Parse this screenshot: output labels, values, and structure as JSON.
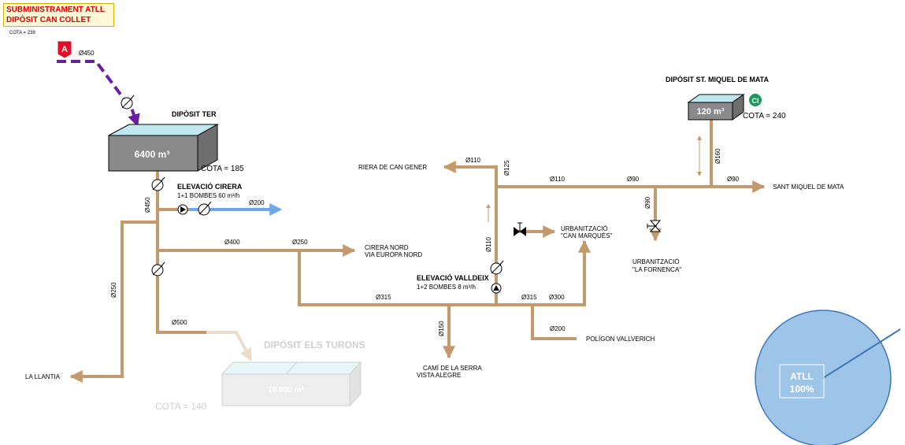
{
  "source": {
    "title_line1": "SUBMINISTRAMENT ATLL",
    "title_line2": "DIPÒSIT CAN COLLET",
    "cota": "COTA = 239",
    "badge": "A",
    "pipe": "Ø450"
  },
  "tanks": {
    "ter": {
      "name": "DIPÒSIT TER",
      "volume": "6400 m³",
      "cota": "COTA = 185"
    },
    "st_miquel": {
      "name": "DIPÒSIT ST. MIQUEL DE MATA",
      "volume": "120 m³",
      "cota": "COTA = 240",
      "badge": "Cl"
    },
    "turons": {
      "name": "DIPÒSIT ELS TURONS",
      "volume": "16.000 m³",
      "cota": "COTA = 140"
    }
  },
  "stations": {
    "cirera": {
      "name": "ELEVACIÓ CIRERA",
      "detail": "1+1  BOMBES  60 m³/h"
    },
    "valldeix": {
      "name": "ELEVACIÓ VALLDEIX",
      "detail": "1+2  BOMBES   8 m³/h"
    }
  },
  "destinations": {
    "riera": "RIERA DE CAN GENER",
    "sant_miquel": "SANT MIQUEL DE MATA",
    "can_marques_1": "URBANITZACIÓ",
    "can_marques_2": "\"CAN MARQUÈS\"",
    "fornenca_1": "URBANITZACIÓ",
    "fornenca_2": "\"LA FORNENCA\"",
    "cirera_nord_1": "CIRERA NORD",
    "cirera_nord_2": "VIA EUROPA NORD",
    "cami_1": "CAMÍ DE LA SERRA",
    "cami_2": "VISTA ALEGRE",
    "poligon": "POLÍGON VALLVERICH",
    "llantia": "LA LLANTIA"
  },
  "pipes": {
    "d450_vert": "Ø450",
    "d200_cirera": "Ø200",
    "d400": "Ø400",
    "d250_top": "Ø250",
    "d250_left": "Ø250",
    "d500": "Ø500",
    "d315_left": "Ø315",
    "d315_right": "Ø315",
    "d300": "Ø300",
    "d150": "Ø150",
    "d200_pol": "Ø200",
    "d110_v": "Ø110",
    "d110_riera": "Ø110",
    "d125": "Ø125",
    "d110_h": "Ø110",
    "d90_a": "Ø90",
    "d90_b": "Ø90",
    "d90_v": "Ø90",
    "d160": "Ø160"
  },
  "chart_data": {
    "type": "pie",
    "categories": [
      "ATLL"
    ],
    "values": [
      100
    ],
    "labels": [
      "ATLL",
      "100%"
    ],
    "colors": [
      "#9ec5e8"
    ]
  },
  "colors": {
    "pipe": "#c49a6c",
    "supply": "#6a1fa0",
    "cirera_pipe": "#6fa8e8",
    "tank_body": "#8a8a8a",
    "water": "#bfe8f0",
    "pie_fill": "#9ec5e8",
    "pie_stroke": "#3f78b8"
  }
}
